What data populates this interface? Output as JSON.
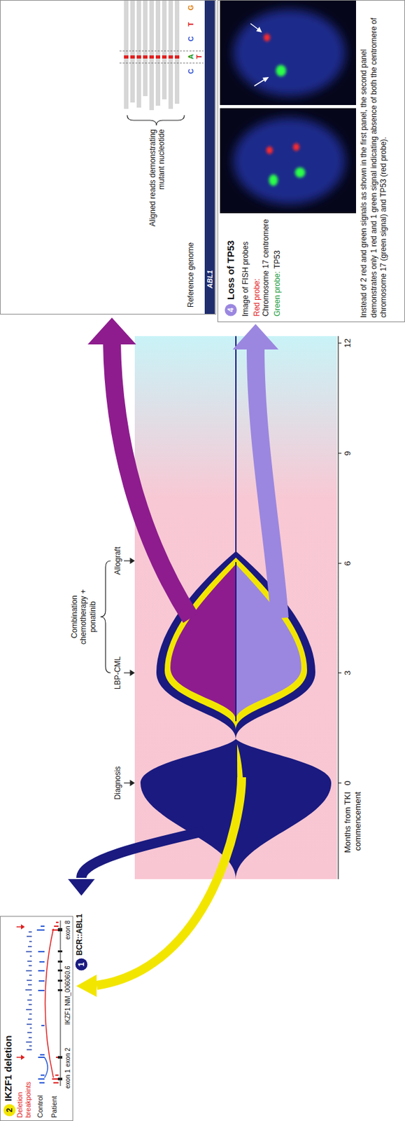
{
  "diagram": {
    "nodes": [
      {
        "text": [
          "IKZF1 deletion",
          "Deletion breakpoints",
          "Control",
          "Patient",
          "exon 1",
          "exon 2",
          "IKZF1 NM_006060.6",
          "exon 8"
        ]
      },
      {
        "text": [
          "2"
        ],
        "in": 0
      },
      {
        "text": [
          "1"
        ]
      },
      {
        "text": [
          "Aligned reads demonstrating mutant nucleotide",
          "Reference genome",
          "ABL1",
          "C",
          "A",
          "C",
          "T",
          "G",
          "T"
        ]
      },
      {
        "text": [
          "Loss of TP53",
          "Image of FISH probes",
          "Red probe:",
          "Chromosome 17 centromere",
          "Green probe:",
          "TP53",
          "Instead of 2 red and green signals as shown in the first panel, the second panel demonstrates only 1 red and 1 green signal indicating absence of both the centromere of chromosome 17 (green signal) and TP53 (red probe)."
        ]
      },
      {
        "text": [
          "4"
        ],
        "in": 4
      }
    ],
    "labels": [
      "BCR::ABL1",
      "Diagnosis",
      "LBP-CML",
      "Allograft",
      "Combination chemotherapy + ponatinib",
      "0",
      "3",
      "6",
      "9",
      "12",
      "Months from TKI commencement"
    ]
  }
}
